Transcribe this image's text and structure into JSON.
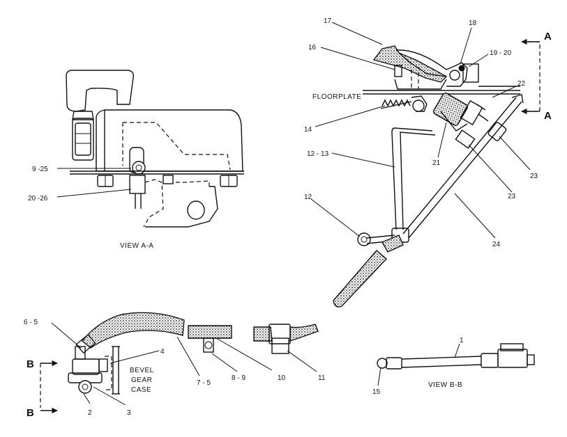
{
  "view_aa": {
    "caption": "VIEW  A-A",
    "callouts": {
      "c1": "9 -25",
      "c2": "20 -26"
    }
  },
  "pedal_assembly": {
    "floorplate_label": "FLOORPLATE",
    "section_letter_top": "A",
    "section_letter_bottom": "A",
    "callouts": {
      "c17": "17",
      "c18": "18",
      "c16": "16",
      "c19": "19 - 20",
      "c22": "22",
      "c14": "14",
      "c1213": "12 - 13",
      "c21": "21",
      "c23a": "23",
      "c23b": "23",
      "c12": "12",
      "c24": "24"
    }
  },
  "lower_left": {
    "bevel_label_1": "BEVEL",
    "bevel_label_2": "GEAR",
    "bevel_label_3": "CASE",
    "section_letter_top": "B",
    "section_letter_bottom": "B",
    "callouts": {
      "c65": "6 - 5",
      "c4": "4",
      "c2": "2",
      "c3": "3",
      "c75": "7 - 5",
      "c89": "8 - 9",
      "c10": "10",
      "c11": "11"
    }
  },
  "view_bb": {
    "caption": "VIEW  B-B",
    "callouts": {
      "c1": "1",
      "c15": "15"
    }
  }
}
